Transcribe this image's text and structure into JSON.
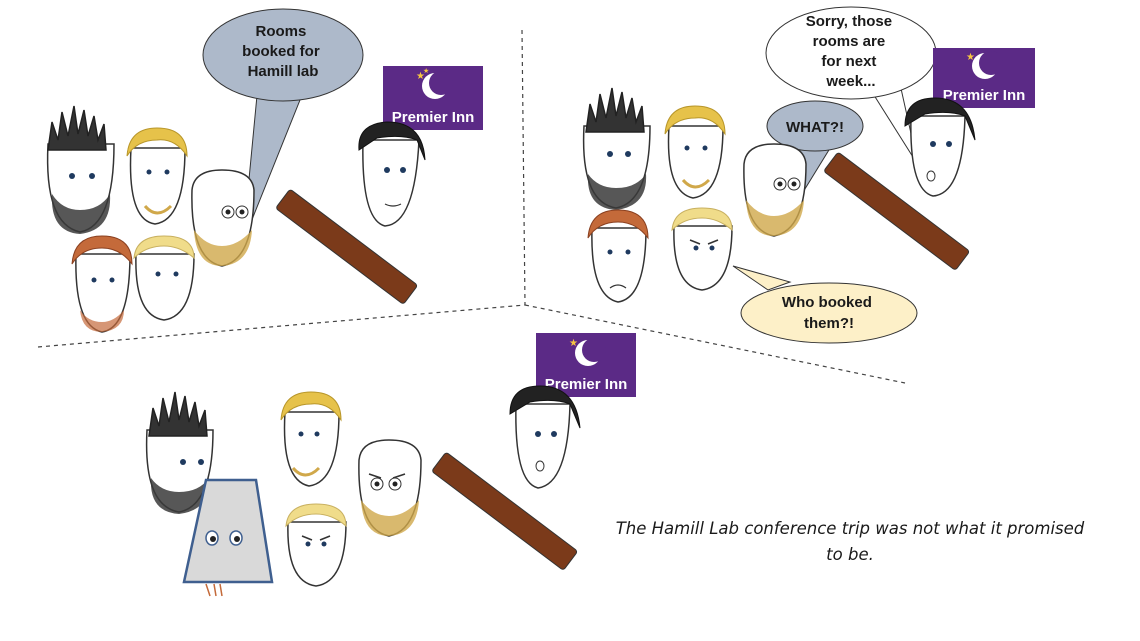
{
  "panel1": {
    "speech_bubble": {
      "lines": [
        "Rooms",
        "booked for",
        "Hamill lab"
      ]
    },
    "hotel_logo": {
      "text": "Premier Inn",
      "color": "#5b2a86"
    }
  },
  "panel2": {
    "staff_bubble": {
      "lines": [
        "Sorry, those",
        "rooms are",
        "for next",
        "week..."
      ]
    },
    "what_bubble": {
      "lines": [
        "WHAT?!"
      ]
    },
    "who_bubble": {
      "lines": [
        "Who booked",
        "them?!"
      ]
    },
    "hotel_logo": {
      "text": "Premier Inn",
      "color": "#5b2a86"
    }
  },
  "panel3": {
    "hotel_logo": {
      "text": "Premier Inn",
      "color": "#5b2a86"
    },
    "caption": "The Hamill Lab conference trip was not what it promised to be."
  },
  "colors": {
    "bubble_blue": "#adb9ca",
    "bubble_cream": "#fdf0c8",
    "bubble_white": "#ffffff",
    "desk": "#7b3a1a",
    "logo_purple": "#5b2a86",
    "shield_grey": "#d9d9d9",
    "shield_border": "#3f5f8f"
  }
}
